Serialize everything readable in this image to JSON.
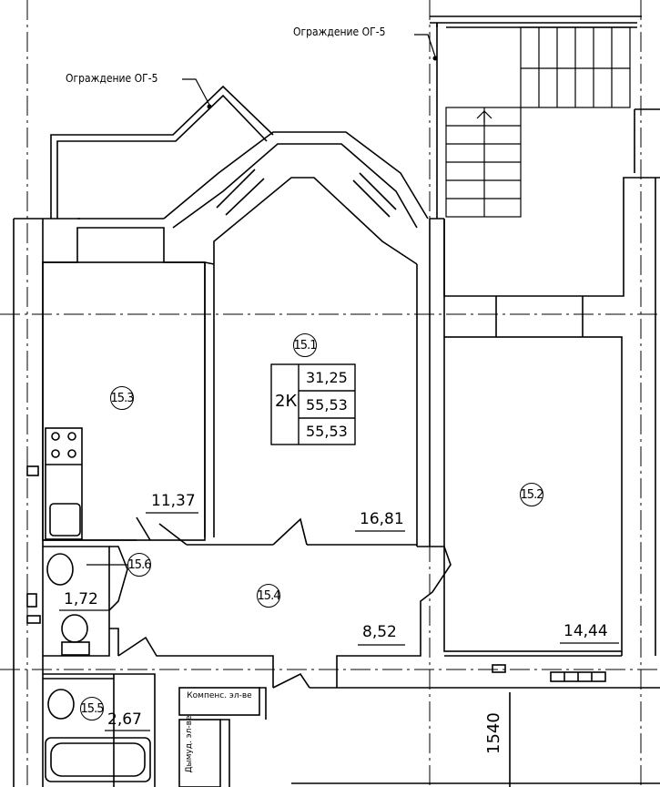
{
  "annotations": {
    "railing_top": "Ограждение ОГ-5",
    "railing_left": "Ограждение ОГ-5"
  },
  "rooms": {
    "r151": {
      "tag": "15.1",
      "area": "16,81"
    },
    "r152": {
      "tag": "15.2",
      "area": "14,44"
    },
    "r153": {
      "tag": "15.3",
      "area": "11,37"
    },
    "r154": {
      "tag": "15.4",
      "area": "8,52"
    },
    "r155": {
      "tag": "15.5",
      "area": "2,67"
    },
    "r156": {
      "tag": "15.6",
      "area": "1,72"
    }
  },
  "apartment": {
    "type": "2К",
    "living_area": "31,25",
    "total_area": "55,53",
    "total_area_2": "55,53"
  },
  "shafts": {
    "compensation": "Компенс. эл-ве",
    "smoke": "Дымуд. эл-ве"
  },
  "dimension": "1540"
}
